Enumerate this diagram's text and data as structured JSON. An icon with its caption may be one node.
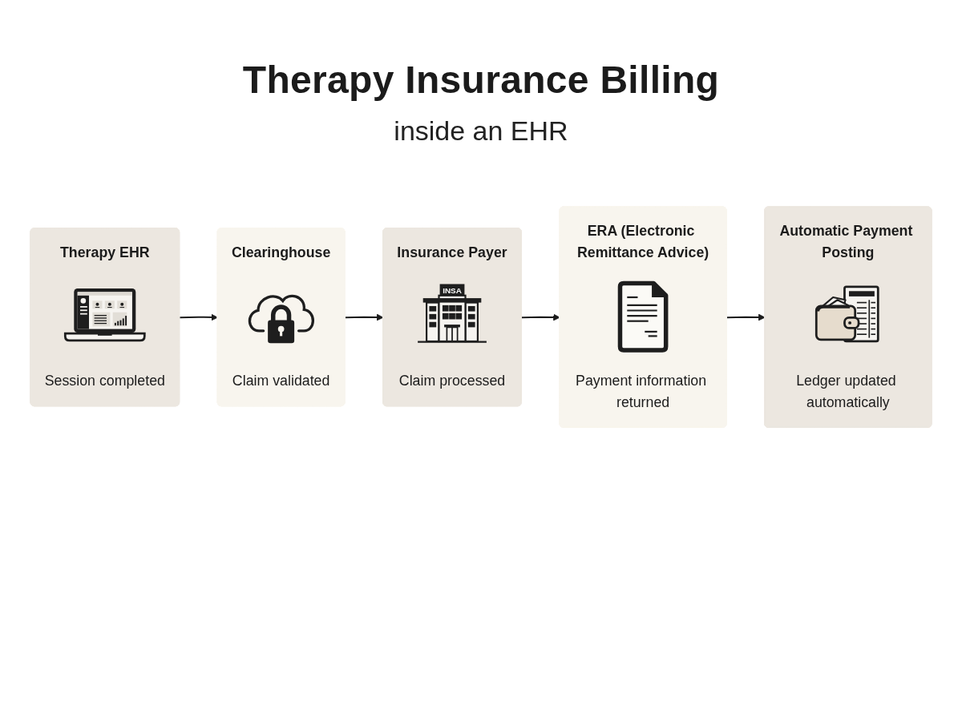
{
  "diagram": {
    "title": "Therapy Insurance Billing",
    "nodes": [
      {
        "text": [
          "Therapy EHR",
          "Session completed"
        ]
      },
      {
        "text": [
          "Clearinghouse",
          "Claim validated"
        ]
      },
      {
        "text": [
          "Insurance Payer",
          "Claim processed"
        ]
      },
      {
        "text": [
          "ERA (Electronic Remittance Advice)",
          "Payment information returned"
        ]
      },
      {
        "text": [
          "Automatic Payment Posting",
          "Ledger updated automatically"
        ]
      }
    ],
    "edges": [
      {
        "from": 0,
        "to": 1,
        "arrow": "to"
      },
      {
        "from": 1,
        "to": 2,
        "arrow": "to"
      },
      {
        "from": 2,
        "to": 3,
        "arrow": "to"
      },
      {
        "from": 3,
        "to": 4,
        "arrow": "to"
      }
    ],
    "labels": [
      "inside an EHR",
      "INSA"
    ]
  }
}
